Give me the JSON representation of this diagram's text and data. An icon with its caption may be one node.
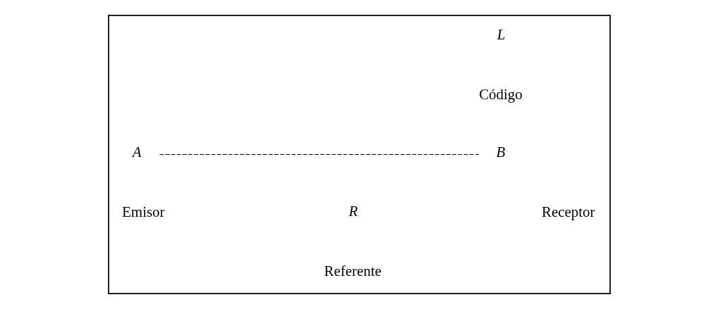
{
  "diagram": {
    "nodes": [
      {
        "text": [],
        "shape": "box"
      },
      {
        "text": [
          "A"
        ],
        "in": 0
      },
      {
        "text": [
          "B"
        ],
        "in": 0
      }
    ],
    "edges": [
      {
        "from": 1,
        "to": 2,
        "arrow": "none",
        "style": "dashed"
      }
    ],
    "labels": [
      "L",
      "Código",
      "Emisor",
      "R",
      "Receptor",
      "Referente"
    ]
  }
}
